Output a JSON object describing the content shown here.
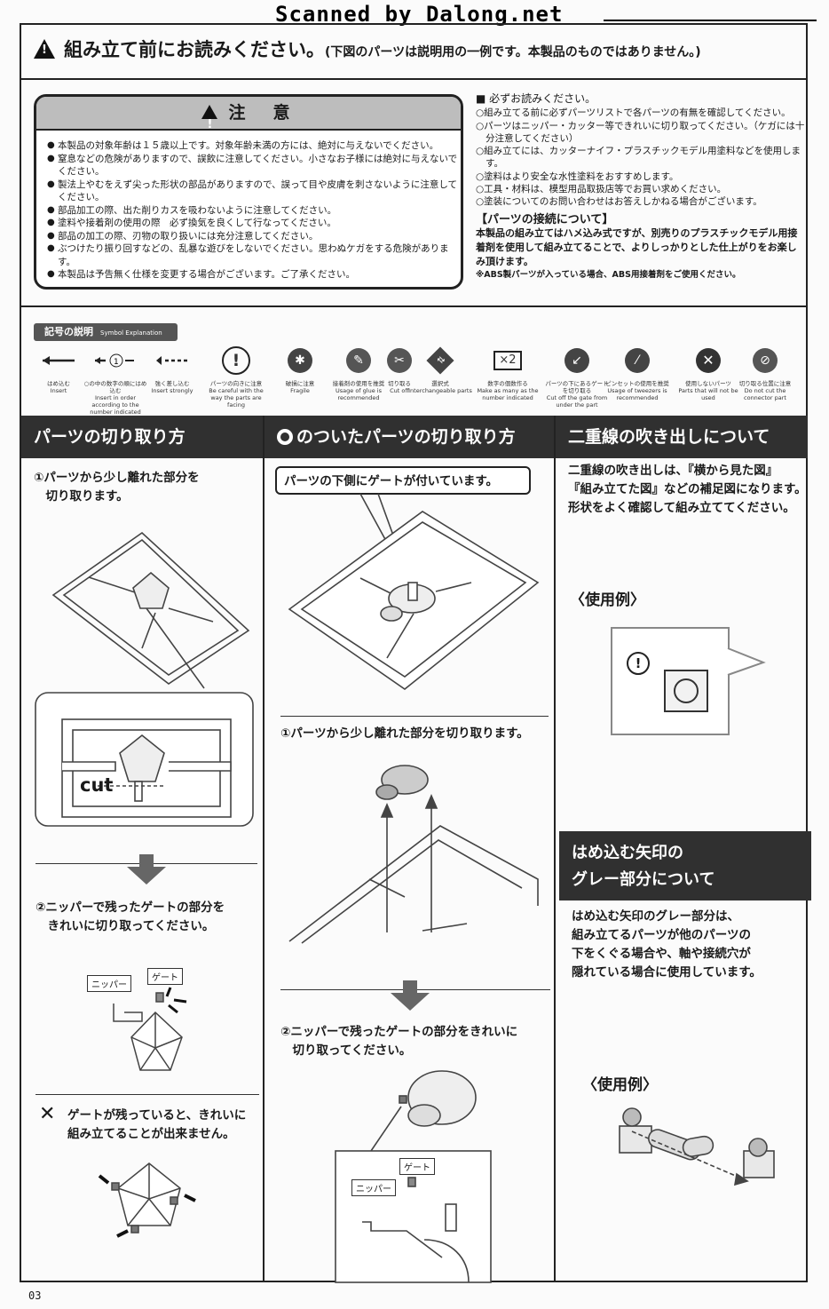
{
  "scanner": "Scanned by Dalong.net",
  "header": {
    "title": "組み立て前にお読みください。",
    "subtitle": "(下図のパーツは説明用の一例です。本製品のものではありません。)"
  },
  "caution": {
    "title": "注　意",
    "items": [
      "本製品の対象年齢は１５歳以上です。対象年齢未満の方には、絶対に与えないでください。",
      "窒息などの危険がありますので、誤飲に注意してください。小さなお子様には絶対に与えないでください。",
      "製法上やむをえず尖った形状の部品がありますので、誤って目や皮膚を刺さないように注意してください。",
      "部品加工の際、出た削りカスを吸わないように注意してください。",
      "塗料や接着剤の使用の際　必ず換気を良くして行なってください。",
      "部品の加工の際、刃物の取り扱いには充分注意してください。",
      "ぶつけたり振り回すなどの、乱暴な遊びをしないでください。思わぬケガをする危険があります。",
      "本製品は予告無く仕様を変更する場合がございます。ご了承ください。"
    ]
  },
  "notes": {
    "heading": "■ 必ずお読みください。",
    "items": [
      "○組み立てる前に必ずパーツリストで各パーツの有無を確認してください。",
      "○パーツはニッパー・カッター等できれいに切り取ってください。（ケガには十分注意してください）",
      "○組み立てには、カッターナイフ・プラスチックモデル用塗料などを使用します。",
      "○塗料はより安全な水性塗料をおすすめします。",
      "○工具・材料は、模型用品取扱店等でお買い求めください。",
      "○塗装についてのお問い合わせはお答えしかねる場合がございます。"
    ],
    "connection_title": "【パーツの接続について】",
    "connection_text": "本製品の組み立てはハメ込み式ですが、別売りのプラスチックモデル用接着剤を使用して組み立てることで、よりしっかりとした仕上がりをお楽しみ頂けます。",
    "abs_note": "※ABS製パーツが入っている場合、ABS用接着剤をご使用ください。"
  },
  "symbols": {
    "label": "記号の説明",
    "label_en": "Symbol Explanation",
    "items": [
      {
        "jp": "はめ込む",
        "en": "Insert",
        "icon": "arrow-left-icon"
      },
      {
        "jp": "○の中の数字の順にはめ込む",
        "en": "Insert in order according to the number indicated",
        "icon": "numbered-arrow-icon"
      },
      {
        "jp": "強く差し込む",
        "en": "Insert strongly",
        "icon": "strong-arrow-icon"
      },
      {
        "jp": "パーツの向きに注意",
        "en": "Be careful with the way the parts are facing",
        "icon": "exclamation-icon"
      },
      {
        "jp": "破損に注意",
        "en": "Fragile",
        "icon": "fragile-icon"
      },
      {
        "jp": "接着剤の使用を推奨",
        "en": "Usage of glue is recommended",
        "icon": "glue-icon"
      },
      {
        "jp": "切り取る",
        "en": "Cut off",
        "icon": "cut-icon"
      },
      {
        "jp": "選択式",
        "en": "Interchangeable parts",
        "icon": "choice-icon"
      },
      {
        "jp": "数字の個数作る",
        "en": "Make as many as the number indicated",
        "icon": "times-two-icon",
        "glyph": "×2"
      },
      {
        "jp": "パーツの下にあるゲートを切り取る",
        "en": "Cut off the gate from under the part",
        "icon": "gate-under-icon"
      },
      {
        "jp": "ピンセットの使用を推奨",
        "en": "Usage of tweezers is recommended",
        "icon": "tweezers-icon"
      },
      {
        "jp": "使用しないパーツ",
        "en": "Parts that will not be used",
        "icon": "unused-x-icon"
      },
      {
        "jp": "切り取る位置に注意",
        "en": "Do not cut the connector part",
        "icon": "cut-position-icon"
      }
    ]
  },
  "col1": {
    "title": "パーツの切り取り方",
    "step1": "①パーツから少し離れた部分を\n　切り取ります。",
    "cut_label": "cut",
    "step2": "②ニッパーで残ったゲートの部分を\n　きれいに切り取ってください。",
    "nipper_label": "ニッパー",
    "gate_label": "ゲート",
    "warning": "ゲートが残っていると、きれいに\n組み立てることが出来ません。"
  },
  "col2": {
    "title": "のついたパーツの切り取り方",
    "callout": "パーツの下側にゲートが付いています。",
    "step1": "①パーツから少し離れた部分を切り取ります。",
    "step2": "②ニッパーで残ったゲートの部分をきれいに\n　切り取ってください。",
    "nipper_label": "ニッパー",
    "gate_label": "ゲート"
  },
  "col3": {
    "title": "二重線の吹き出しについて",
    "text": "二重線の吹き出しは、『横から見た図』\n『組み立てた図』などの補足図になります。\n形状をよく確認して組み立ててください。",
    "example_label": "〈使用例〉",
    "title2": "はめ込む矢印の\nグレー部分について",
    "text2": "はめ込む矢印のグレー部分は、\n組み立てるパーツが他のパーツの\n下をくぐる場合や、軸や接続穴が\n隠れている場合に使用しています。",
    "example_label2": "〈使用例〉"
  },
  "page_number": "03"
}
